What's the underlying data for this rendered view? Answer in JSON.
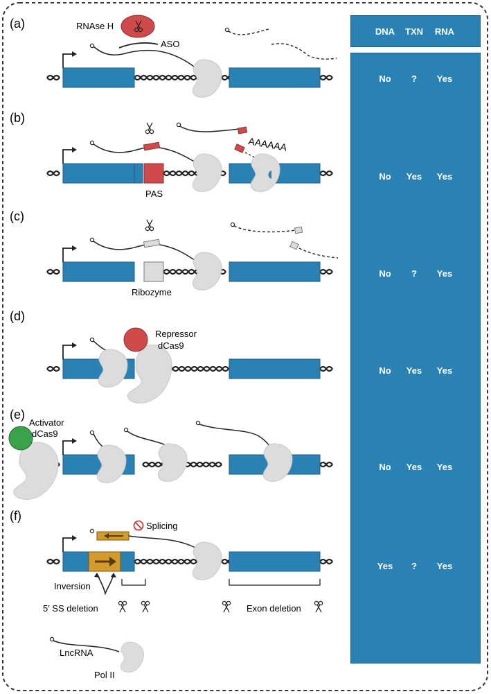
{
  "panels": [
    {
      "label": "(a)",
      "annotations": [
        "RNAse H",
        "ASO"
      ],
      "dna": "No",
      "txn": "?",
      "rna": "Yes"
    },
    {
      "label": "(b)",
      "annotations": [
        "PAS",
        "AAAAAA"
      ],
      "dna": "No",
      "txn": "Yes",
      "rna": "Yes"
    },
    {
      "label": "(c)",
      "annotations": [
        "Ribozyme"
      ],
      "dna": "No",
      "txn": "?",
      "rna": "Yes"
    },
    {
      "label": "(d)",
      "annotations": [
        "Repressor",
        "dCas9"
      ],
      "dna": "No",
      "txn": "Yes",
      "rna": "Yes"
    },
    {
      "label": "(e)",
      "annotations": [
        "Activator",
        "dCas9"
      ],
      "dna": "No",
      "txn": "Yes",
      "rna": "Yes"
    },
    {
      "label": "(f)",
      "annotations": [
        "Splicing",
        "Inversion",
        "5′ SS deletion",
        "Exon deletion"
      ],
      "dna": "Yes",
      "txn": "?",
      "rna": "Yes"
    }
  ],
  "table_headers": [
    "DNA",
    "TXN",
    "RNA"
  ],
  "legend": {
    "lncrna": "LncRNA",
    "pol2": "Pol II"
  },
  "colors": {
    "exon": "#2a81b3",
    "red": "#cf4a4a",
    "orange": "#d39a2c",
    "grey": "#dcdcdc",
    "green": "#3aa24a"
  }
}
